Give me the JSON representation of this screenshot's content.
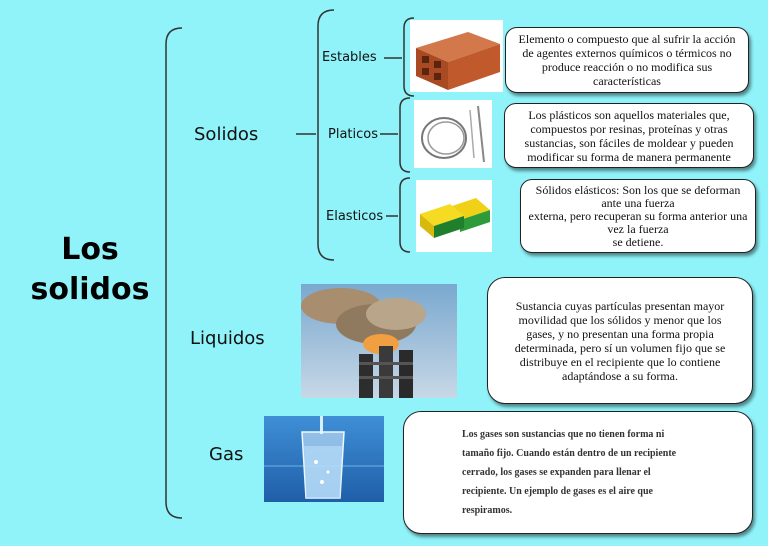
{
  "title": {
    "line1": "Los",
    "line2": "solidos"
  },
  "categories": {
    "solidos": "Solidos",
    "liquidos": "Liquidos",
    "gas": "Gas"
  },
  "subcategories": {
    "estables": "Estables",
    "platicos": "Platicos",
    "elasticos": "Elasticos"
  },
  "descriptions": {
    "estables": "Elemento o compuesto que al sufrir la acción de agentes externos químicos o térmicos no produce reacción o no modifica sus características",
    "platicos": "Los plásticos son aquellos materiales que, compuestos por resinas, proteínas y otras sustancias, son fáciles de moldear y pueden modificar su forma de manera permanente",
    "elasticos_1": "Sólidos elásticos: Son los que se deforman ante una fuerza",
    "elasticos_2": "externa, pero recuperan su forma anterior una vez la fuerza",
    "elasticos_3": "se detiene.",
    "liquidos": "Sustancia cuyas partículas presentan mayor movilidad que los sólidos y menor que los gases, y no presentan una forma propia determinada, pero sí un volumen fijo que se distribuye en el recipiente que lo contiene adaptándose a su forma.",
    "gas": "Los gases son sustancias que no tienen forma ni tamaño fijo. Cuando están dentro de un recipiente cerrado, los gases se expanden para llenar el recipiente. Un ejemplo de gases es el aire que respiramos."
  },
  "images": {
    "brick": "brick-image",
    "wire": "plastic-wire-image",
    "sponge": "sponge-image",
    "factory": "factory-smoke-image",
    "water": "water-glass-image"
  },
  "colors": {
    "background": "#8ff3f9",
    "line": "#333333"
  }
}
